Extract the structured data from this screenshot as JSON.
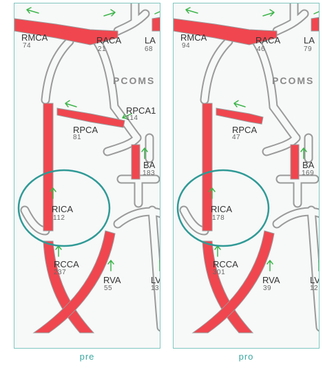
{
  "panels": [
    {
      "caption": "pre",
      "rmca": {
        "label": "RMCA",
        "value": "74"
      },
      "raca": {
        "label": "RACA",
        "value": "21"
      },
      "la": {
        "label": "LA",
        "value": "68"
      },
      "pcoms": "PCOMS",
      "rpca1": {
        "label": "RPCA1",
        "value": "114"
      },
      "rpca": {
        "label": "RPCA",
        "value": "81"
      },
      "ba": {
        "label": "BA",
        "value": "183"
      },
      "rica": {
        "label": "RICA",
        "value": "112"
      },
      "rcca": {
        "label": "RCCA",
        "value": "237"
      },
      "rva": {
        "label": "RVA",
        "value": "55"
      },
      "lv": {
        "label": "LV",
        "value": "13"
      }
    },
    {
      "caption": "pro",
      "rmca": {
        "label": "RMCA",
        "value": "94"
      },
      "raca": {
        "label": "RACA",
        "value": "46"
      },
      "la": {
        "label": "LA",
        "value": "79"
      },
      "pcoms": "PCOMS",
      "rpca1": {
        "label": "",
        "value": ""
      },
      "rpca": {
        "label": "RPCA",
        "value": "47"
      },
      "ba": {
        "label": "BA",
        "value": "169"
      },
      "rica": {
        "label": "RICA",
        "value": "178"
      },
      "rcca": {
        "label": "RCCA",
        "value": "301"
      },
      "rva": {
        "label": "RVA",
        "value": "39"
      },
      "lv": {
        "label": "LV",
        "value": "12"
      }
    }
  ],
  "colors": {
    "vessel_fill": "#f0464f",
    "vessel_outline": "#9a9a9a",
    "arrow": "#3db54a",
    "circle": "#2f9a96",
    "frame": "#7fc7c0",
    "caption": "#3aa7a0"
  }
}
